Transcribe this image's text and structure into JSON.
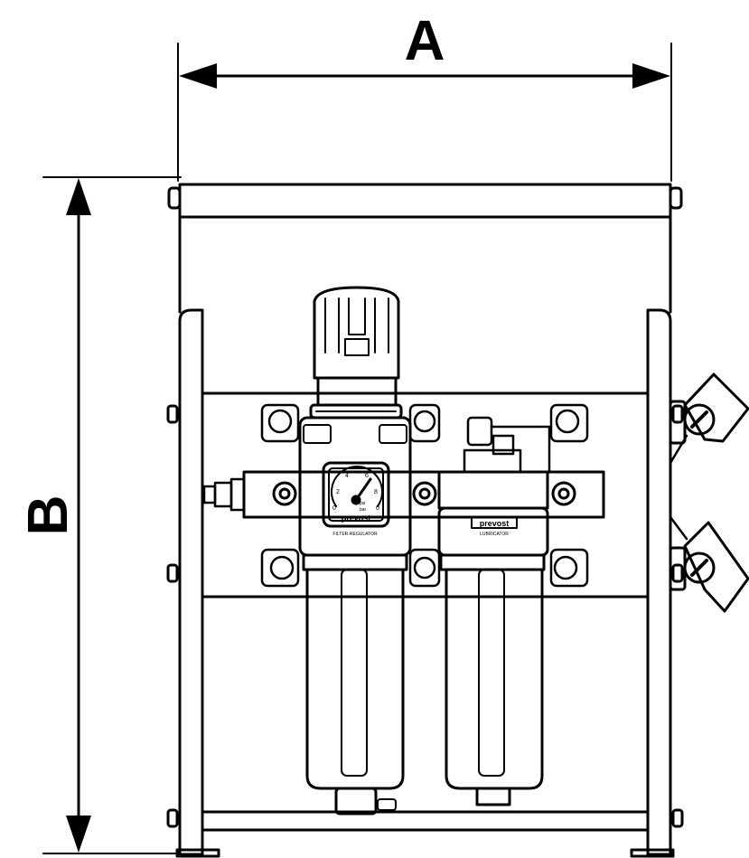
{
  "dimensions": {
    "width_label": "A",
    "height_label": "B"
  },
  "gauge": {
    "scale_numbers": [
      "2",
      "4",
      "6",
      "8",
      "0",
      "0"
    ],
    "unit_psi": "psi",
    "unit_bar": "bar",
    "brand": "prevost",
    "caption": "FILTER-REGULATOR"
  },
  "lubricator": {
    "brand": "prevost",
    "caption": "LUBRICATOR"
  },
  "colors": {
    "line": "#000000",
    "background": "#ffffff"
  }
}
